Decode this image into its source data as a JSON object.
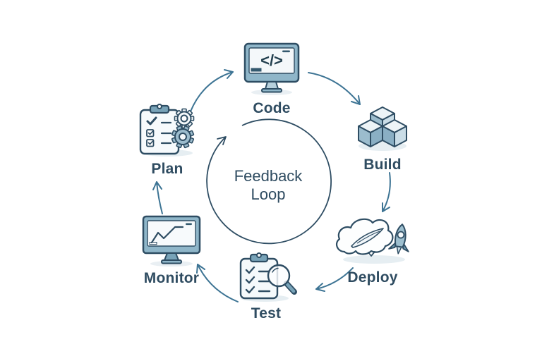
{
  "diagram": {
    "title": "Feedback Loop",
    "center": {
      "line1": "Feedback",
      "line2": "Loop"
    },
    "stages": [
      {
        "id": "code",
        "label": "Code",
        "icon": "code-monitor-icon"
      },
      {
        "id": "build",
        "label": "Build",
        "icon": "stacked-cubes-icon"
      },
      {
        "id": "deploy",
        "label": "Deploy",
        "icon": "cloud-rocket-icon"
      },
      {
        "id": "test",
        "label": "Test",
        "icon": "checklist-magnifier-icon"
      },
      {
        "id": "monitor",
        "label": "Monitor",
        "icon": "chart-monitor-icon"
      },
      {
        "id": "plan",
        "label": "Plan",
        "icon": "clipboard-gears-icon"
      }
    ],
    "glyphs": {
      "code_screen": "</>"
    },
    "arrows": [
      {
        "from": "Plan",
        "to": "Code"
      },
      {
        "from": "Code",
        "to": "Build"
      },
      {
        "from": "Build",
        "to": "Deploy"
      },
      {
        "from": "Deploy",
        "to": "Test"
      },
      {
        "from": "Test",
        "to": "Monitor"
      },
      {
        "from": "Monitor",
        "to": "Plan"
      }
    ],
    "loop_direction": "clockwise",
    "colors": {
      "outline": "#2e4d63",
      "steel": "#8fb6c9",
      "steel_dark": "#78a3b8",
      "light_blue": "#c9dce6",
      "lighter_blue": "#eef4f8",
      "screen": "#f4f8fa",
      "arrow": "#3d7494",
      "label": "#2f4c61",
      "shadow": "#e6eef2",
      "background": "#ffffff"
    }
  }
}
